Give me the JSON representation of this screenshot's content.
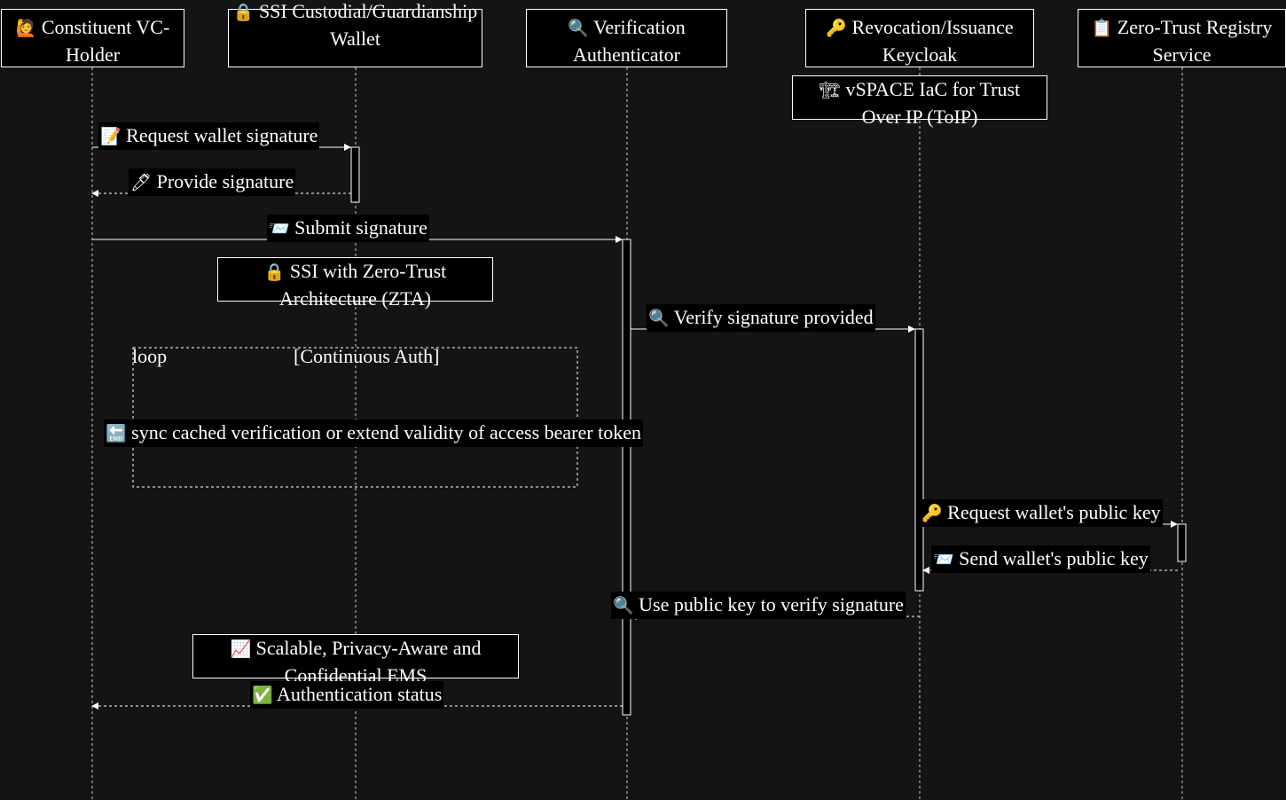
{
  "colors": {
    "background": "#141414",
    "box_fill": "#000000",
    "line": "#ffffff"
  },
  "participants": [
    {
      "id": "holder",
      "icon": "🙋",
      "icon_name": "person-raising-hand-icon",
      "label": "Constituent VC-Holder"
    },
    {
      "id": "wallet",
      "icon": "🔒",
      "icon_name": "lock-icon",
      "label": "SSI Custodial/Guardianship Wallet"
    },
    {
      "id": "auth",
      "icon": "🔍",
      "icon_name": "magnifying-glass-icon",
      "label": "Verification Authenticator"
    },
    {
      "id": "keycloak",
      "icon": "🔑",
      "icon_name": "key-icon",
      "label": "Revocation/Issuance Keycloak"
    },
    {
      "id": "registry",
      "icon": "📋",
      "icon_name": "clipboard-icon",
      "label": "Zero-Trust Registry Service"
    }
  ],
  "notes": {
    "vspace": {
      "icon": "🏗",
      "icon_name": "building-construction-icon",
      "text": "vSPACE IaC for Trust Over IP (ToIP)"
    },
    "zta": {
      "icon": "🔒",
      "icon_name": "lock-icon",
      "text": "SSI with Zero-Trust Architecture (ZTA)"
    },
    "ems": {
      "icon": "📈",
      "icon_name": "chart-increasing-icon",
      "text": "Scalable, Privacy-Aware and Confidential EMS"
    }
  },
  "messages": {
    "m1": {
      "icon": "📝",
      "icon_name": "memo-icon",
      "text": "Request wallet signature"
    },
    "m2": {
      "icon": "🖊",
      "icon_name": "pen-icon",
      "text": "Provide signature"
    },
    "m3": {
      "icon": "📨",
      "icon_name": "incoming-envelope-icon",
      "text": "Submit signature"
    },
    "m4": {
      "icon": "🔍",
      "icon_name": "magnifying-glass-icon",
      "text": "Verify signature provided"
    },
    "m5": {
      "icon": "🔚",
      "icon_name": "end-arrow-icon",
      "text": "sync cached verification or extend validity of access bearer token"
    },
    "m6": {
      "icon": "🔑",
      "icon_name": "key-icon",
      "text": "Request wallet's public key"
    },
    "m7": {
      "icon": "📨",
      "icon_name": "incoming-envelope-icon",
      "text": "Send wallet's public key"
    },
    "m8": {
      "icon": "🔍",
      "icon_name": "magnifying-glass-icon",
      "text": "Use public key to verify signature"
    },
    "m9": {
      "icon": "✅",
      "icon_name": "check-mark-icon",
      "text": "Authentication status"
    }
  },
  "loop": {
    "keyword": "loop",
    "condition": "[Continuous Auth]"
  }
}
